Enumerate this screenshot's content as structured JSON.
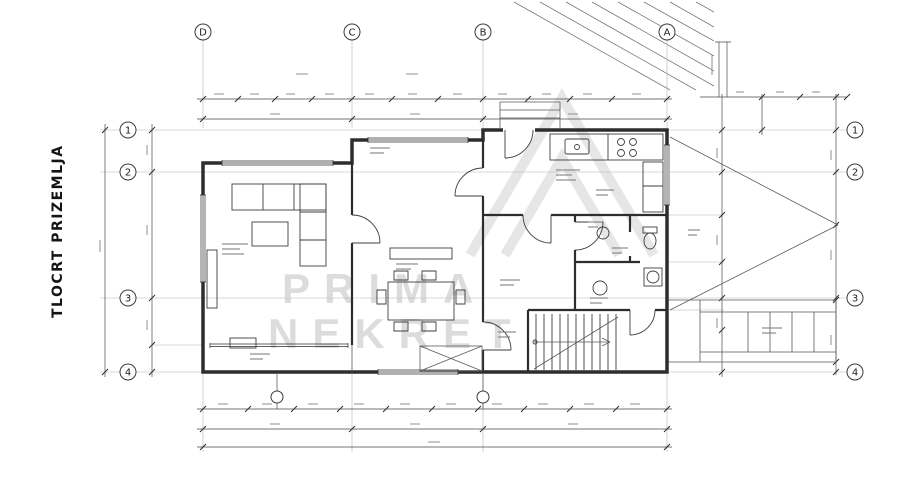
{
  "page": {
    "title": "TLOCRT PRIZEMLJA"
  },
  "watermark": {
    "line1": "PRIMA",
    "line2": "NEKRET"
  },
  "grid": {
    "top": [
      "D",
      "C",
      "B",
      "A"
    ],
    "left": [
      "1",
      "2",
      "3",
      "4"
    ],
    "right": [
      "1",
      "2",
      "3",
      "4"
    ]
  },
  "colors": {
    "background": "#ffffff",
    "wall_line": "#2d2d2d",
    "dimension_line": "#4a4a4a",
    "axis_line": "#b3b3b3",
    "watermark": "#dcdcdc"
  }
}
